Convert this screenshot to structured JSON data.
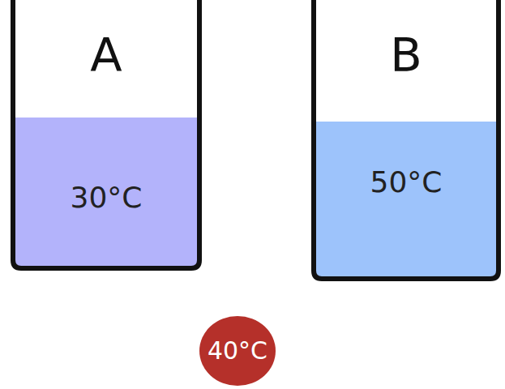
{
  "diagram": {
    "nodes": [
      {
        "text": [
          "A",
          "30°C"
        ]
      },
      {
        "text": [
          "B",
          "50°C"
        ]
      },
      {
        "text": [
          "40°C"
        ]
      }
    ]
  }
}
